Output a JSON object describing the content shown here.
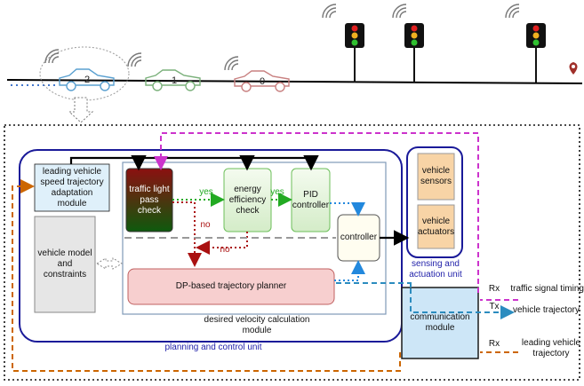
{
  "road": {
    "vehicles": [
      "2",
      "1",
      "0"
    ]
  },
  "blocks": {
    "leading_vehicle_module": "leading vehicle\nspeed trajectory\nadaptation\nmodule",
    "vehicle_model": "vehicle model\nand\nconstraints",
    "traffic_light_check": "traffic light\npass\ncheck",
    "energy_check": "energy\nefficiency\ncheck",
    "pid_controller": "PID\ncontroller",
    "controller": "controller",
    "dp_planner": "DP-based trajectory planner",
    "vehicle_sensors": "vehicle\nsensors",
    "vehicle_actuators": "vehicle\nactuators",
    "communication_module": "communication\nmodule"
  },
  "containers": {
    "desired_velocity": "desired velocity calculation\nmodule",
    "planning_control": "planning and control unit",
    "sensing_actuation": "sensing and\nactuation unit"
  },
  "edges": {
    "yes1": "yes",
    "yes2": "yes",
    "no1": "no",
    "no2": "no"
  },
  "io": {
    "rx1": "Rx",
    "traffic_signal": "traffic signal timing",
    "tx": "Tx",
    "vehicle_trajectory": "vehicle trajectory",
    "rx2": "Rx",
    "leading_trajectory": "leading vehicle\ntrajectory"
  },
  "colors": {
    "black": "#000000",
    "magenta": "#cc33cc",
    "orange": "#cc6600",
    "blue_dotted": "#2288dd",
    "teal_dashed": "#2b8cbf",
    "green": "#22aa22",
    "red": "#aa1111",
    "container_blue": "#1a1a99",
    "car_blue": "#5aa0d0",
    "car_green": "#7ab07a",
    "car_red": "#c88080"
  }
}
